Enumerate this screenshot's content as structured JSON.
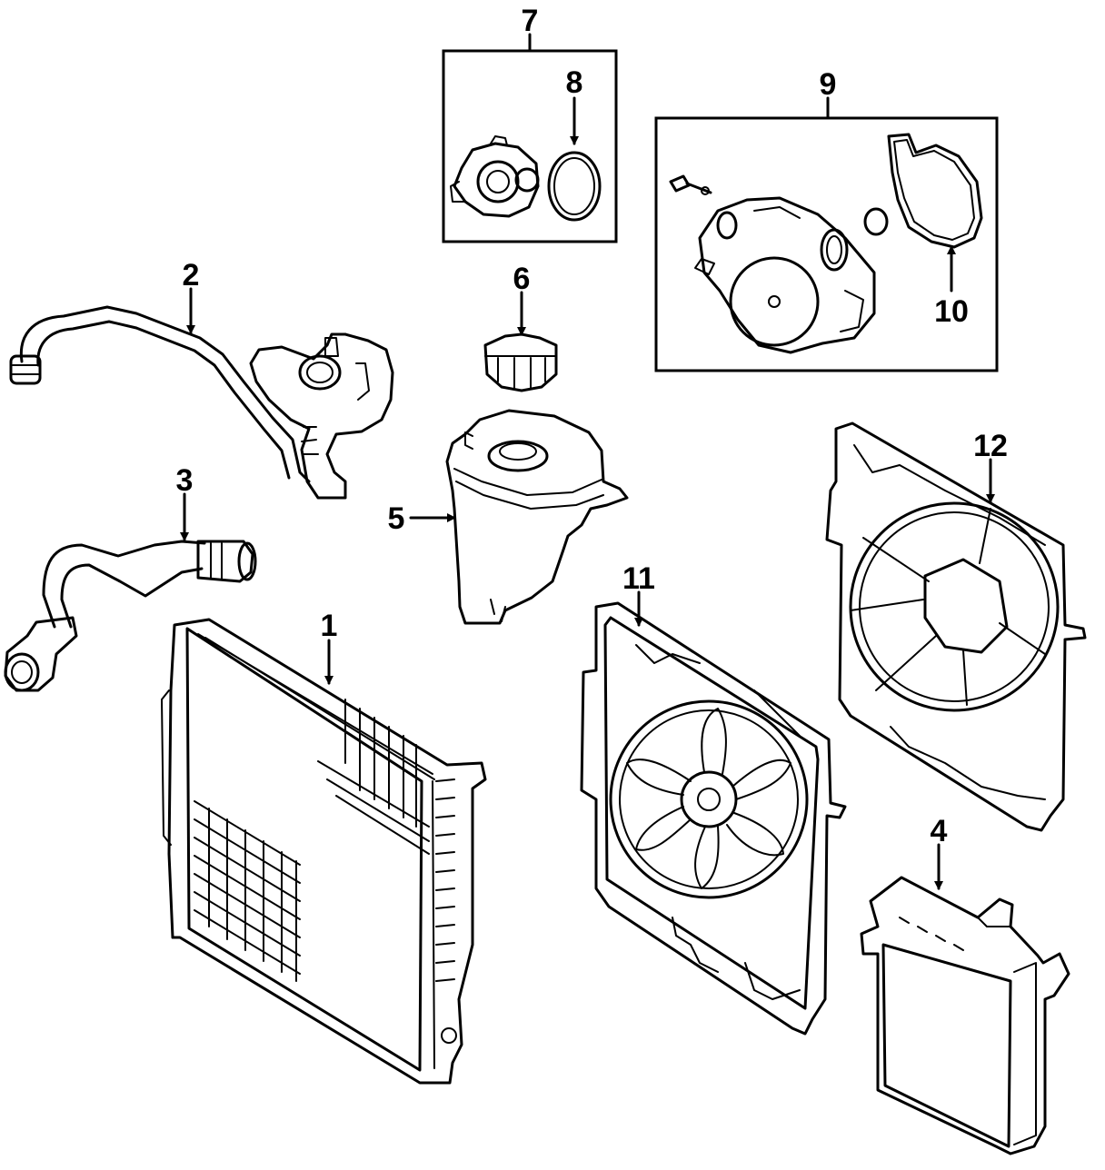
{
  "diagram": {
    "parts": [
      {
        "id": "radiator",
        "callout": "1"
      },
      {
        "id": "upper-hose",
        "callout": "2"
      },
      {
        "id": "lower-hose",
        "callout": "3"
      },
      {
        "id": "aux-radiator",
        "callout": "4"
      },
      {
        "id": "coolant-reservoir",
        "callout": "5"
      },
      {
        "id": "reservoir-cap",
        "callout": "6"
      },
      {
        "id": "thermostat-assembly",
        "callout": "7"
      },
      {
        "id": "thermostat-seal",
        "callout": "8"
      },
      {
        "id": "water-pump-assembly",
        "callout": "9"
      },
      {
        "id": "water-pump-gasket",
        "callout": "10"
      },
      {
        "id": "fan-assembly",
        "callout": "11"
      },
      {
        "id": "fan-shroud",
        "callout": "12"
      }
    ]
  }
}
